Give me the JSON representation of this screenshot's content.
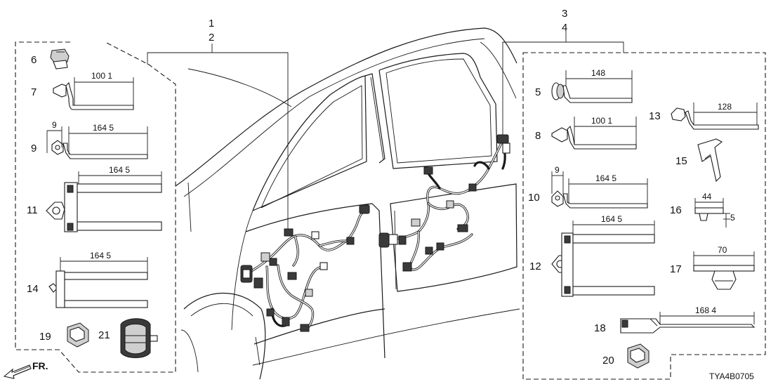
{
  "callouts": {
    "c1": "1",
    "c2": "2",
    "c3": "3",
    "c4": "4",
    "c5": "5",
    "c6": "6",
    "c7": "7",
    "c8": "8",
    "c9": "9",
    "c10": "10",
    "c11": "11",
    "c12": "12",
    "c13": "13",
    "c14": "14",
    "c15": "15",
    "c16": "16",
    "c17": "17",
    "c18": "18",
    "c19": "19",
    "c20": "20",
    "c21": "21"
  },
  "dimensions": {
    "p7_len": "100 1",
    "p9_head": "9",
    "p9_len": "164 5",
    "p11_len": "164 5",
    "p14_len": "164 5",
    "p5_len": "148",
    "p8_len": "100 1",
    "p10_head": "9",
    "p10_len": "164 5",
    "p12_len": "164 5",
    "p13_len": "128",
    "p16_len": "44",
    "p16_h": "5",
    "p17_len": "70",
    "p18_len": "168 4"
  },
  "direction_label": "FR.",
  "diagram_code": "TYA4B0705",
  "colors": {
    "line": "#1a1a1a",
    "background": "#ffffff"
  }
}
